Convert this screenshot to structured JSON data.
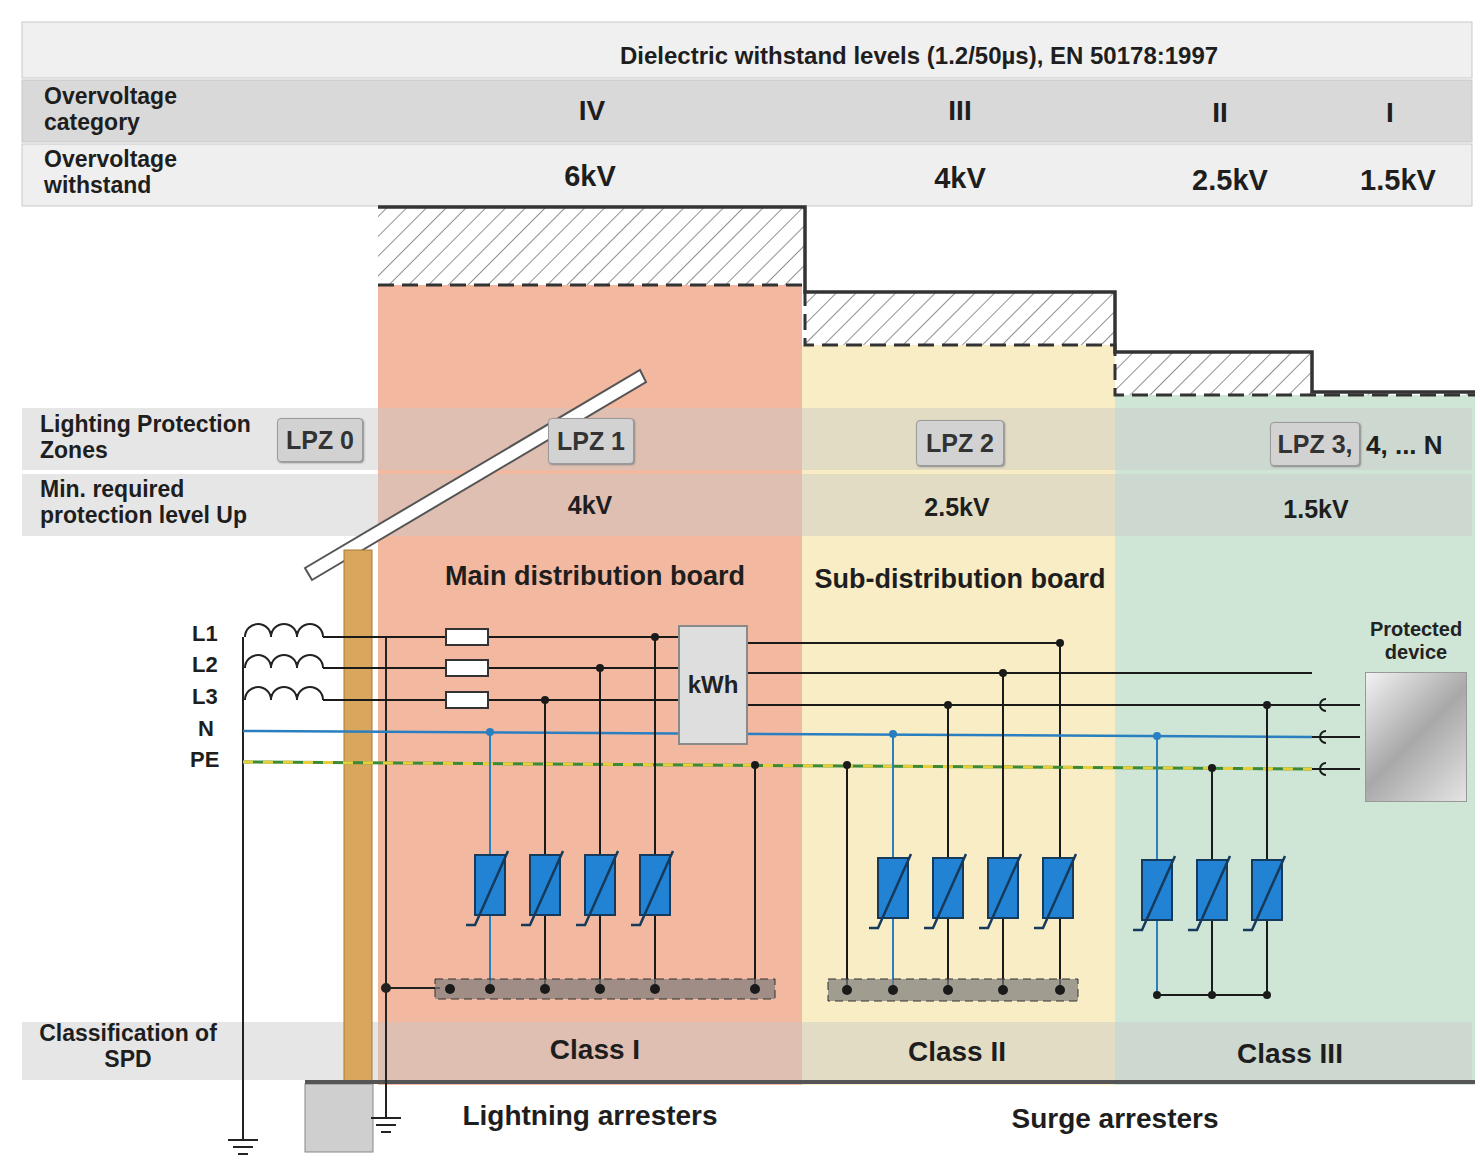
{
  "diagram": {
    "nodes": [
      {
        "text": [
          "LPZ 0"
        ]
      },
      {
        "text": [
          "LPZ 1"
        ]
      },
      {
        "text": [
          "LPZ 2"
        ]
      },
      {
        "text": [
          "LPZ 3,"
        ]
      },
      {
        "text": [
          "kWh"
        ]
      },
      {
        "text": [
          "Protected device"
        ]
      }
    ],
    "edges": [
      {
        "from": 4,
        "to": 5,
        "arrow": "none"
      }
    ],
    "labels": [
      "Dielectric withstand levels (1.2/50µs), EN 50178:1997",
      "Overvoltage category",
      "IV",
      "III",
      "II",
      "I",
      "Overvoltage withstand",
      "6kV",
      "4kV",
      "2.5kV",
      "1.5kV",
      "Lighting Protection Zones",
      "4, ... N",
      "Min. required protection level Up",
      "4kV",
      "2.5kV",
      "1.5kV",
      "Main distribution board",
      "Sub-distribution board",
      "L1",
      "L2",
      "L3",
      "N",
      "PE",
      "Classification of SPD",
      "Class I",
      "Class II",
      "Class III",
      "Lightning arresters",
      "Surge arresters"
    ]
  }
}
